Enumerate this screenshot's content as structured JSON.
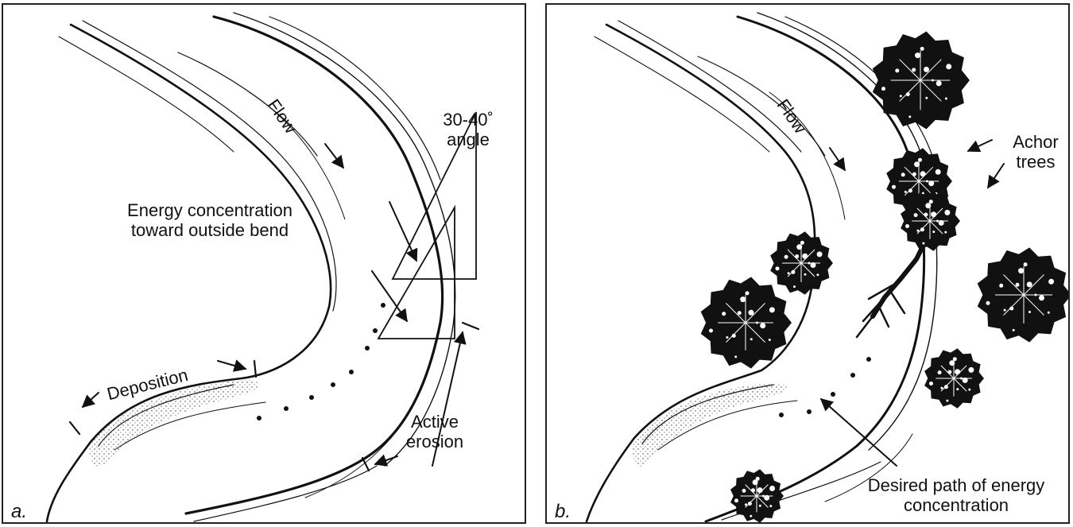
{
  "panel_a": {
    "letter": "a.",
    "flow": "Flow",
    "angle_line1": "30-40˚",
    "angle_line2": "angle",
    "energy_line1": "Energy concentration",
    "energy_line2": "toward outside bend",
    "deposition": "Deposition",
    "erosion_line1": "Active",
    "erosion_line2": "erosion"
  },
  "panel_b": {
    "letter": "b.",
    "flow": "Flow",
    "anchor_line1": "Achor",
    "anchor_line2": "trees",
    "desired_line1": "Desired path of energy",
    "desired_line2": "concentration"
  },
  "colors": {
    "ink": "#111111",
    "paper": "#ffffff"
  }
}
